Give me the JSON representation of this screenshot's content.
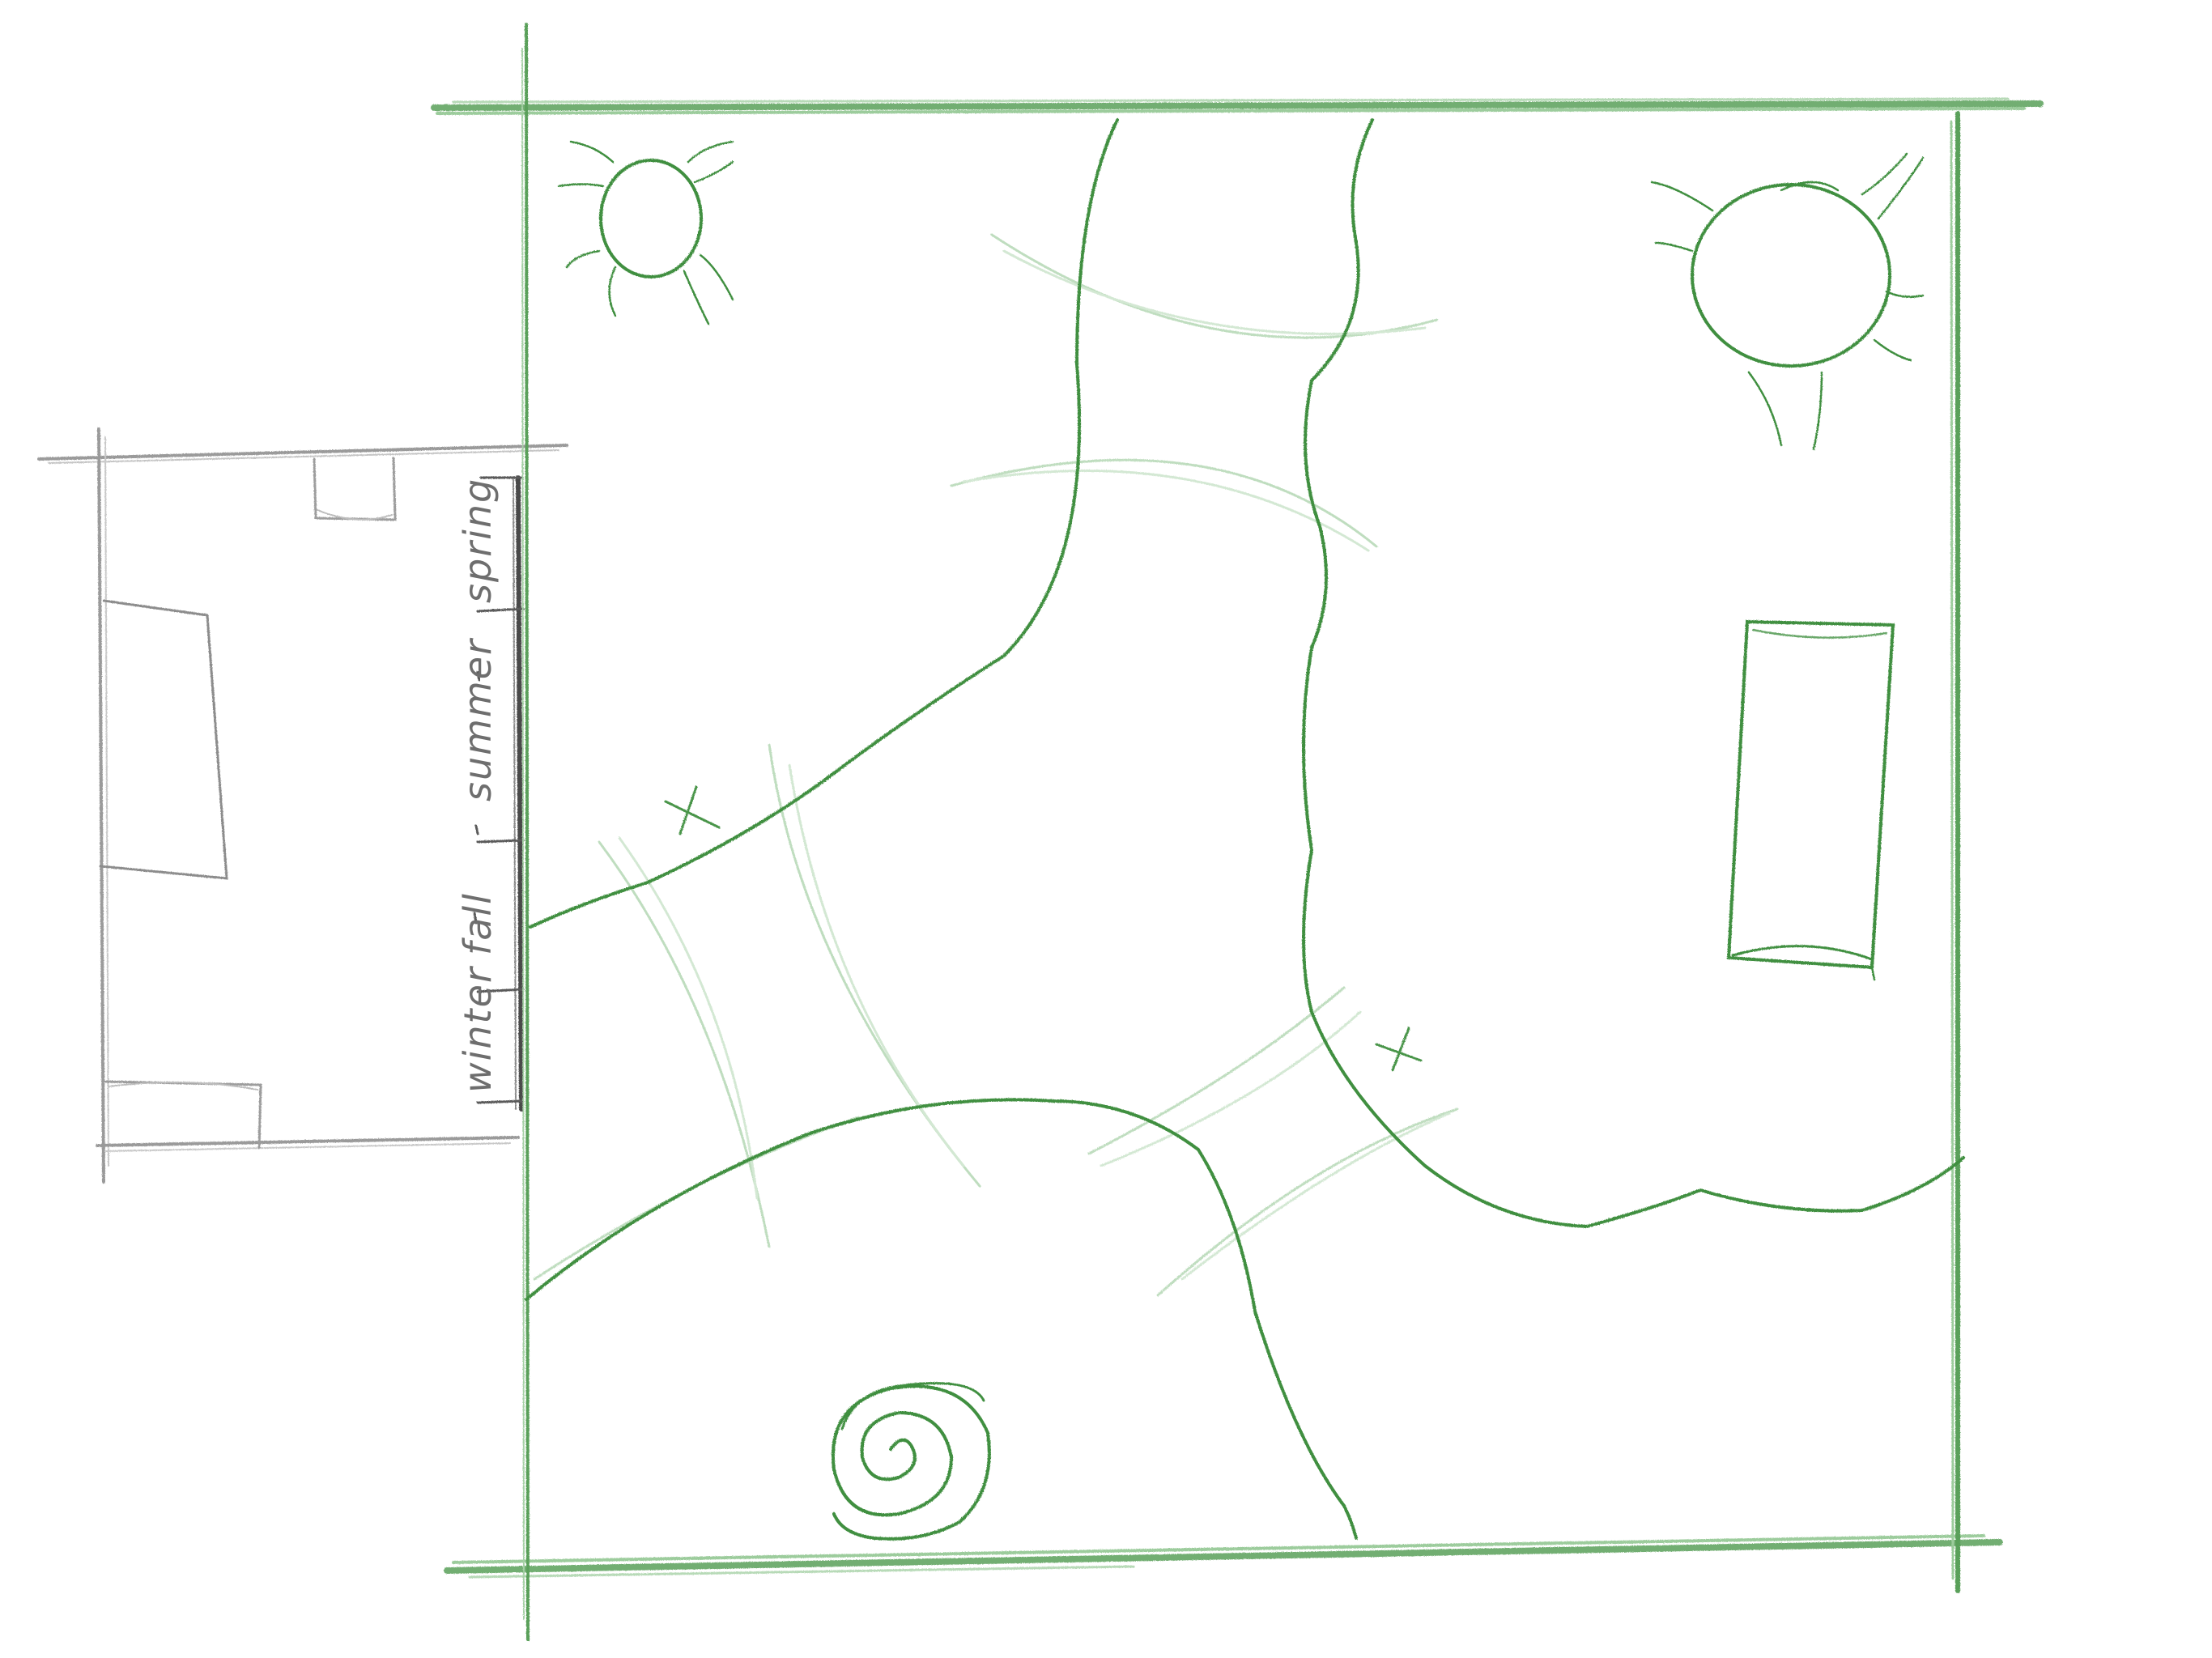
{
  "sketch": {
    "season_labels": [
      "winter",
      "fall",
      "summer",
      "spring"
    ],
    "colors": {
      "paper": "#ffffff",
      "green_pencil": "#3c8c3c",
      "green_light": "#9ccc9c",
      "graphite": "#7a7a7a",
      "graphite_light": "#b9b9b9"
    },
    "icons": [
      "sun-icon",
      "sun-icon",
      "spiral-icon",
      "cross-mark-icon",
      "cross-mark-icon"
    ]
  }
}
